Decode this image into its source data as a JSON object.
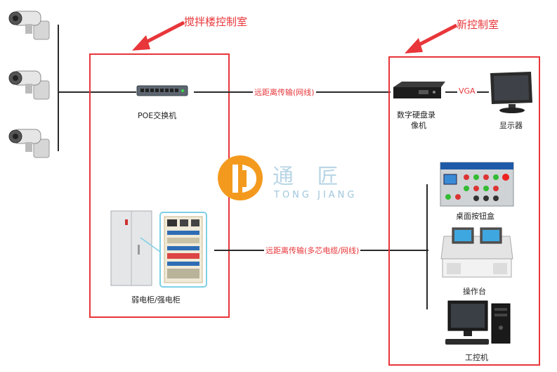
{
  "titles": {
    "left_room": "搅拌楼控制室",
    "right_room": "新控制室"
  },
  "devices": {
    "poe_switch": "POE交换机",
    "cabinet": "弱电柜/强电柜",
    "dvr_line1": "数字硬盘录",
    "dvr_line2": "像机",
    "monitor": "显示器",
    "desk_button_box": "桌面按钮盒",
    "console": "操作台",
    "workstation": "工控机"
  },
  "links": {
    "top": "远距离传输(网线)",
    "bottom": "远距离传输(多芯电缆/网线)",
    "vga": "VGA"
  },
  "watermark": {
    "chinese": "通 匠",
    "latin": "TONG JIANG"
  },
  "colors": {
    "accent_red": "#e8363a",
    "logo_orange": "#f39a1e"
  },
  "icons": [
    "camera-icon",
    "switch-icon",
    "cabinet-icon",
    "dvr-icon",
    "monitor-icon",
    "button-box-icon",
    "console-icon",
    "pc-icon",
    "arrow-icon"
  ]
}
